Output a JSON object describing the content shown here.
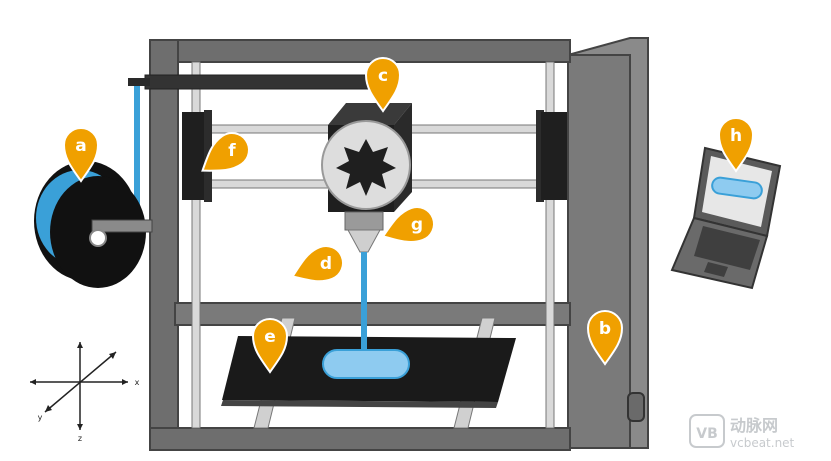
{
  "colors": {
    "frame": "#6e6e6e",
    "frame_dark": "#4a4a4a",
    "rod": "#d9d9d9",
    "block": "#1f1f1f",
    "filament": "#3aa0d8",
    "print_object": "#8ecbf0",
    "marker": "#f0a000",
    "laptop": "#5a5a5a"
  },
  "markers": [
    {
      "id": "a",
      "letter": "a",
      "part": "filament-spool"
    },
    {
      "id": "b",
      "letter": "b",
      "part": "frame"
    },
    {
      "id": "c",
      "letter": "c",
      "part": "extruder"
    },
    {
      "id": "d",
      "letter": "d",
      "part": "nozzle"
    },
    {
      "id": "e",
      "letter": "e",
      "part": "build-plate"
    },
    {
      "id": "f",
      "letter": "f",
      "part": "x-axis-motor"
    },
    {
      "id": "g",
      "letter": "g",
      "part": "hot-end"
    },
    {
      "id": "h",
      "letter": "h",
      "part": "computer"
    }
  ],
  "axes": {
    "x": "x",
    "y": "y",
    "z": "z"
  },
  "watermark": {
    "brand_cn": "动脉网",
    "brand_en": "vcbeat.net",
    "logo_text": "VB"
  }
}
